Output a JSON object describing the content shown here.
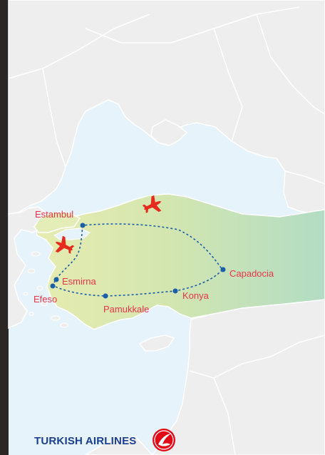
{
  "colors": {
    "sea": "#e6f3fb",
    "land": "#eeeeee",
    "border": "#ffffff",
    "route": "#1a5fa8",
    "label": "#e8344a",
    "plane": "#e62a1e",
    "brand_text": "#1a3f8f",
    "brand_red": "#e30a17"
  },
  "cities": [
    {
      "name": "Estambul"
    },
    {
      "name": "Esmirna"
    },
    {
      "name": "Efeso"
    },
    {
      "name": "Pamukkale"
    },
    {
      "name": "Konya"
    },
    {
      "name": "Capadocia"
    }
  ],
  "icons": [
    "plane-icon",
    "plane-icon",
    "turkish-airlines-logo-icon"
  ],
  "brand": {
    "name": "TURKISH AIRLINES"
  }
}
